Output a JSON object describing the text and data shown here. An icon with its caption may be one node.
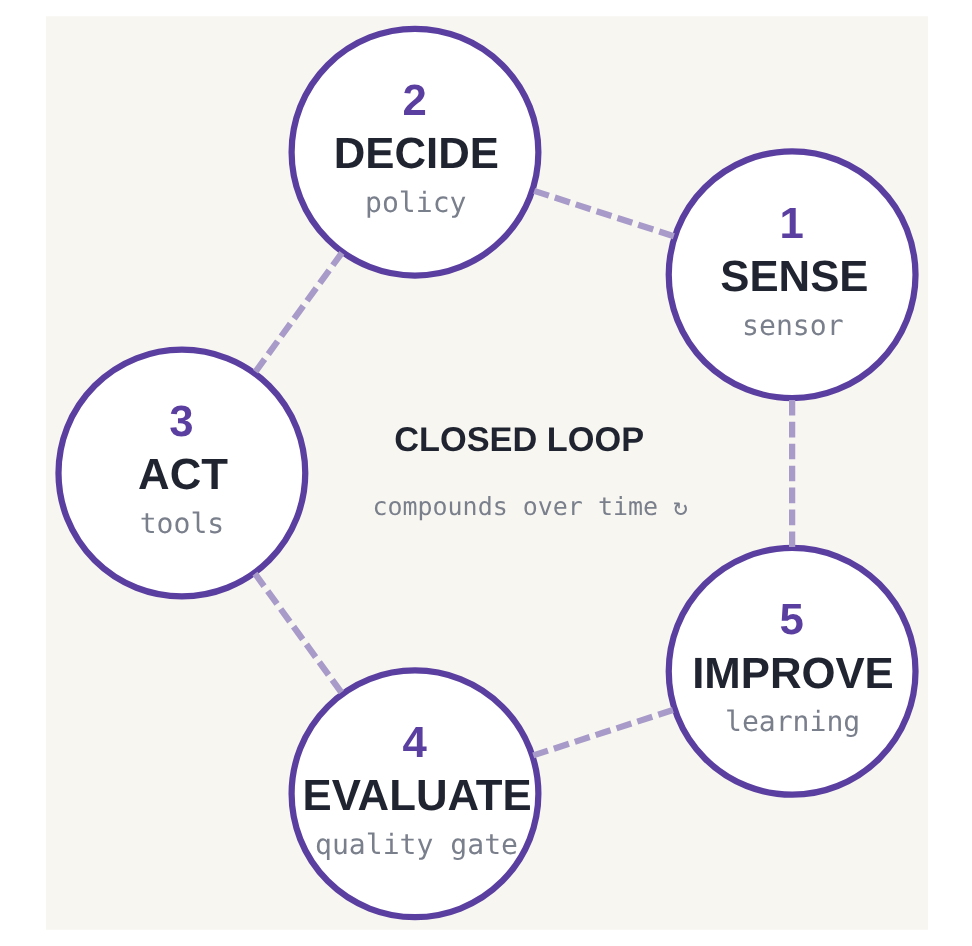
{
  "diagram": {
    "nodes": [
      {
        "text": [
          "1",
          "SENSE",
          "sensor"
        ]
      },
      {
        "text": [
          "2",
          "DECIDE",
          "policy"
        ]
      },
      {
        "text": [
          "3",
          "ACT",
          "tools"
        ]
      },
      {
        "text": [
          "4",
          "EVALUATE",
          "quality gate"
        ]
      },
      {
        "text": [
          "5",
          "IMPROVE",
          "learning"
        ]
      }
    ],
    "edges": [
      {
        "from": 0,
        "to": 1,
        "arrow": "none",
        "style": "dashed"
      },
      {
        "from": 1,
        "to": 2,
        "arrow": "none",
        "style": "dashed"
      },
      {
        "from": 2,
        "to": 3,
        "arrow": "none",
        "style": "dashed"
      },
      {
        "from": 3,
        "to": 4,
        "arrow": "none",
        "style": "dashed"
      },
      {
        "from": 4,
        "to": 0,
        "arrow": "none",
        "style": "dashed"
      }
    ],
    "labels": [
      "CLOSED LOOP",
      "compounds over time ↻"
    ]
  }
}
